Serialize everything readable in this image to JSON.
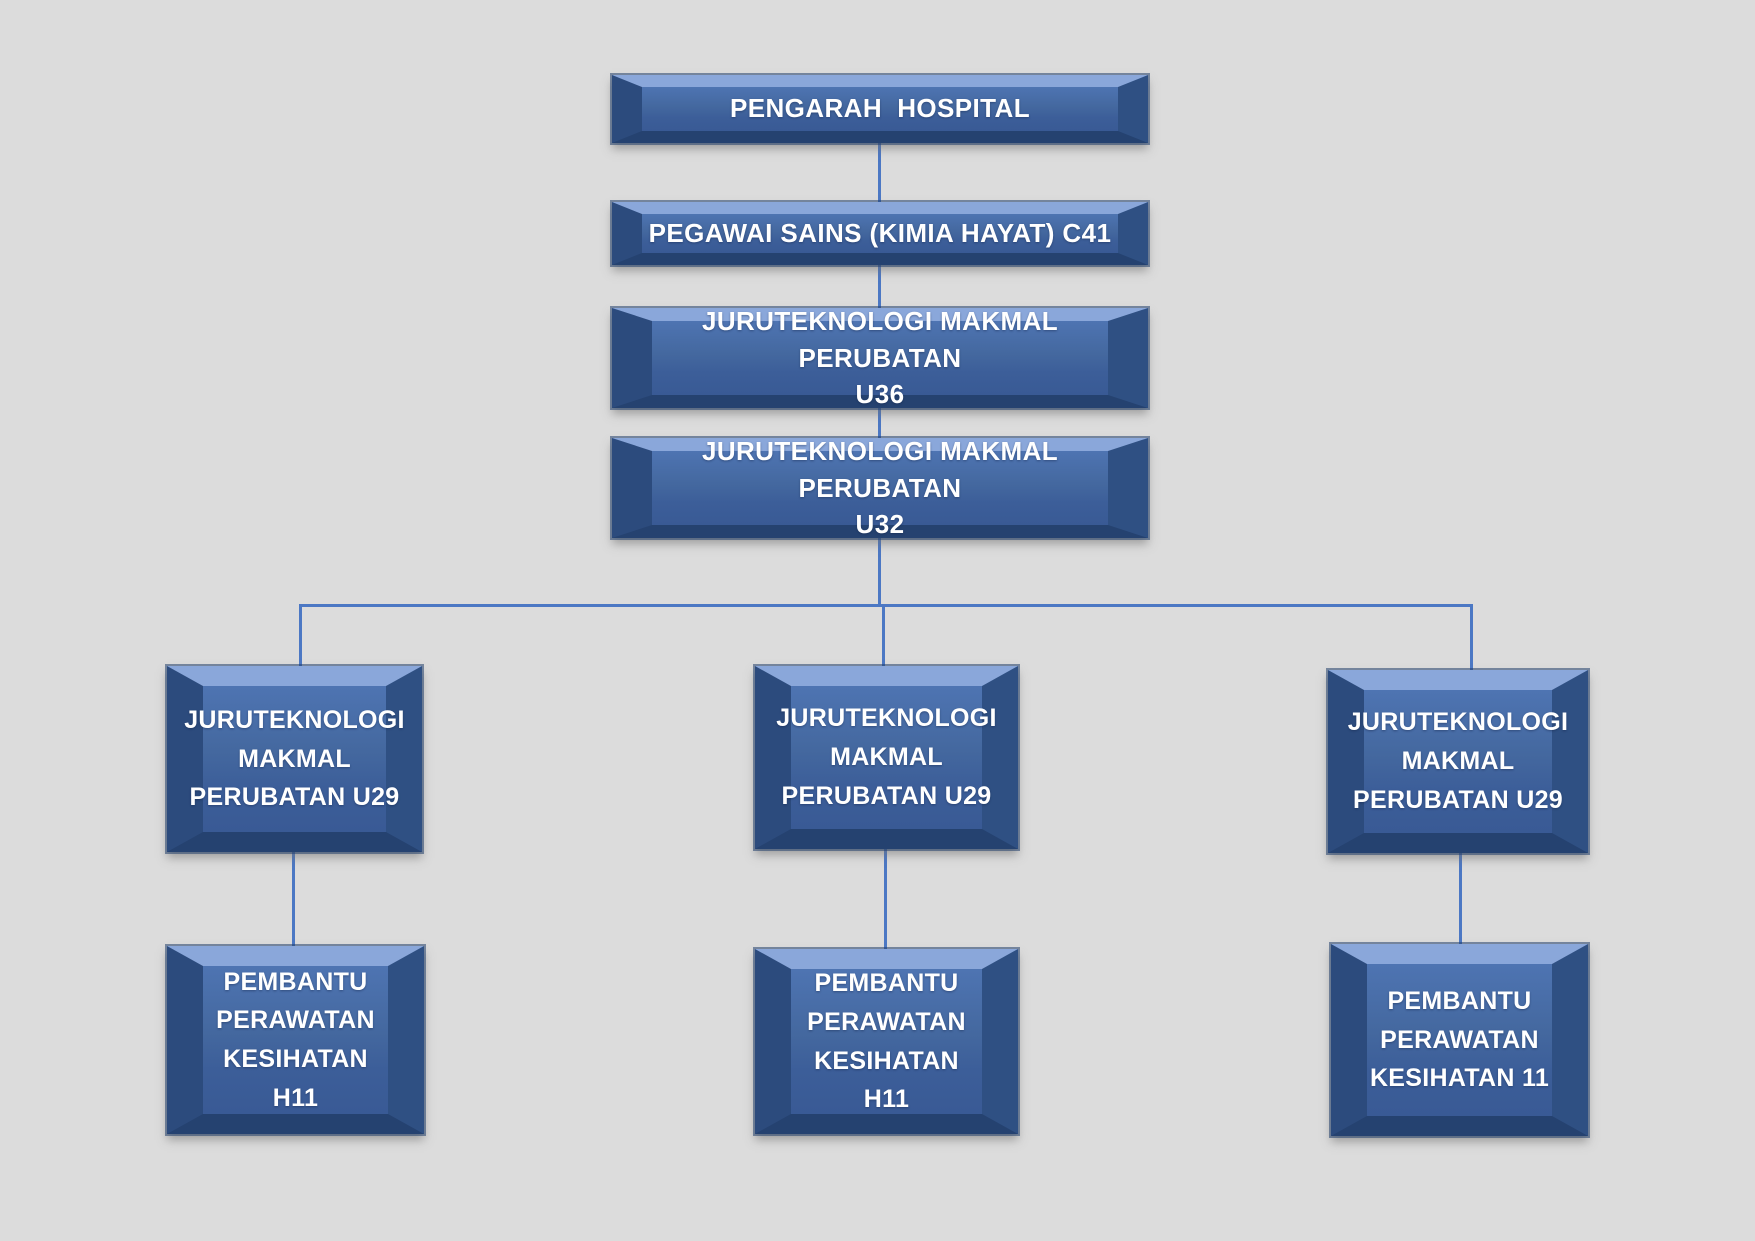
{
  "background_color": "#DCDCDC",
  "colors": {
    "node_face": "#3F619E",
    "node_bevel_light": "#8AA7DA",
    "node_bevel_dark": "#254270",
    "node_text": "#FFFFFF",
    "connector": "#4C78C4"
  },
  "chart": {
    "type": "org-chart",
    "title": "Carta organisasi makmal hospital",
    "nodes": [
      {
        "id": "pengarah-hospital",
        "label": "PENGARAH  HOSPITAL"
      },
      {
        "id": "pegawai-sains-c41",
        "label": "PEGAWAI SAINS (KIMIA HAYAT) C41"
      },
      {
        "id": "jmp-u36",
        "label": "JURUTEKNOLOGI MAKMAL PERUBATAN\nU36"
      },
      {
        "id": "jmp-u32",
        "label": "JURUTEKNOLOGI MAKMAL PERUBATAN\nU32"
      },
      {
        "id": "jmp-u29-left",
        "label": "JURUTEKNOLOGI\nMAKMAL\nPERUBATAN U29"
      },
      {
        "id": "jmp-u29-middle",
        "label": "JURUTEKNOLOGI\nMAKMAL\nPERUBATAN U29"
      },
      {
        "id": "jmp-u29-right",
        "label": "JURUTEKNOLOGI\nMAKMAL\nPERUBATAN U29"
      },
      {
        "id": "ppk-h11-left",
        "label": "PEMBANTU\nPERAWATAN\nKESIHATAN H11"
      },
      {
        "id": "ppk-h11-middle",
        "label": "PEMBANTU\nPERAWATAN\nKESIHATAN H11"
      },
      {
        "id": "ppk-11-right",
        "label": "PEMBANTU\nPERAWATAN\nKESIHATAN 11"
      }
    ],
    "edges": [
      {
        "from": "pengarah-hospital",
        "to": "pegawai-sains-c41"
      },
      {
        "from": "pegawai-sains-c41",
        "to": "jmp-u36"
      },
      {
        "from": "jmp-u36",
        "to": "jmp-u32"
      },
      {
        "from": "jmp-u32",
        "to": "jmp-u29-left"
      },
      {
        "from": "jmp-u32",
        "to": "jmp-u29-middle"
      },
      {
        "from": "jmp-u32",
        "to": "jmp-u29-right"
      },
      {
        "from": "jmp-u29-left",
        "to": "ppk-h11-left"
      },
      {
        "from": "jmp-u29-middle",
        "to": "ppk-h11-middle"
      },
      {
        "from": "jmp-u29-right",
        "to": "ppk-11-right"
      }
    ]
  }
}
